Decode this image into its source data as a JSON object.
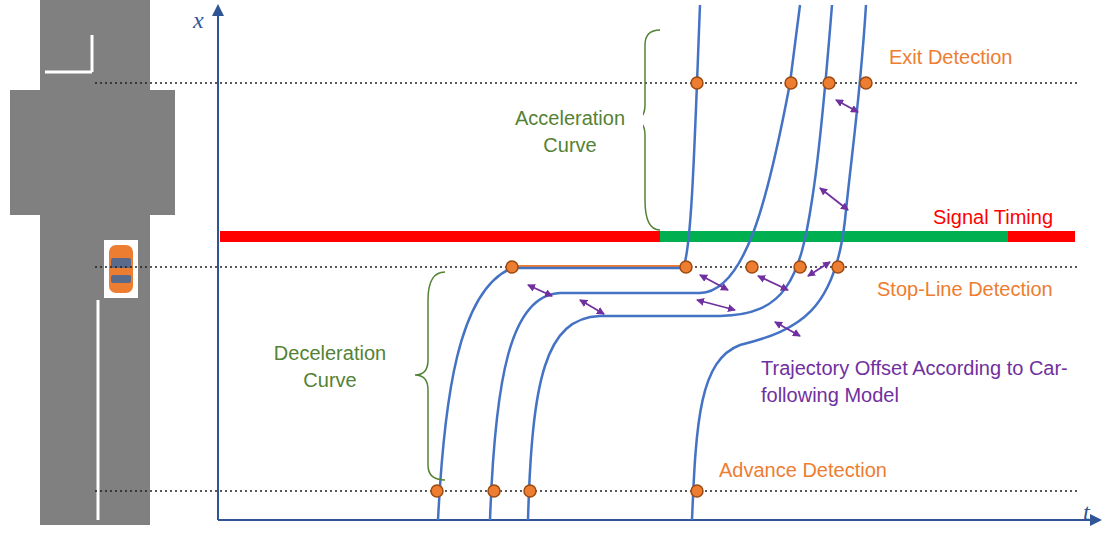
{
  "diagram": {
    "labels": [
      "x",
      "t",
      "Exit Detection",
      "Acceleration Curve",
      "Signal Timing",
      "Stop-Line Detection",
      "Deceleration Curve",
      "Trajectory Offset According to Car-following Model",
      "Advance Detection"
    ]
  }
}
